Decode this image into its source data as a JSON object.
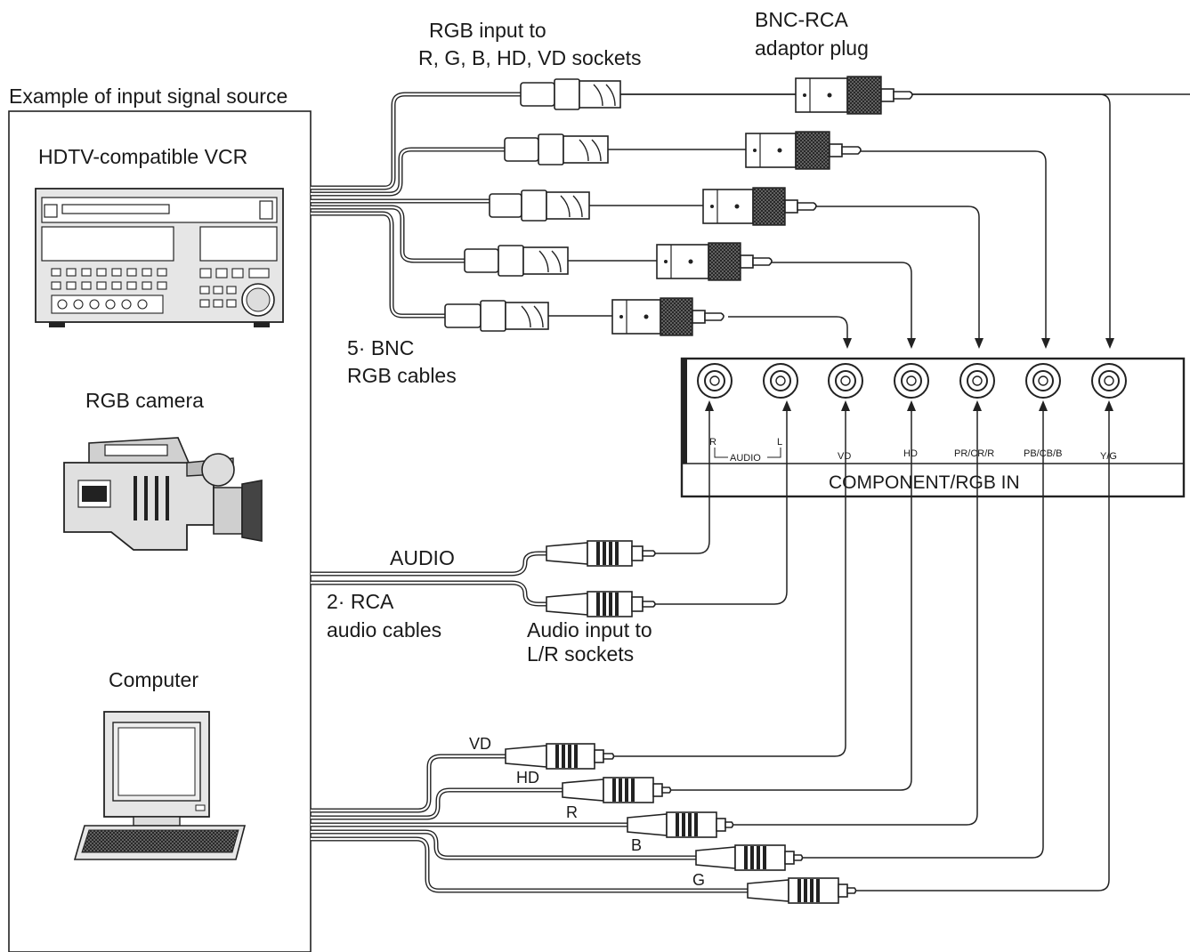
{
  "labels": {
    "example_source": "Example of input signal source",
    "vcr": "HDTV-compatible VCR",
    "camera": "RGB camera",
    "computer": "Computer",
    "rgb_input_line1": "RGB input to",
    "rgb_input_line2": "R, G, B, HD, VD sockets",
    "bnc_rca_line1": "BNC-RCA",
    "bnc_rca_line2": "adaptor plug",
    "bnc_cables_line1": "5· BNC",
    "bnc_cables_line2": "RGB cables",
    "audio": "AUDIO",
    "rca_cables_line1": "2· RCA",
    "rca_cables_line2": "audio cables",
    "audio_input_line1": "Audio input to",
    "audio_input_line2": "L/R sockets",
    "panel_title": "COMPONENT/RGB IN"
  },
  "panel_sockets": {
    "audio_r": "R",
    "audio_l": "L",
    "audio_group": "AUDIO",
    "vd": "VD",
    "hd": "HD",
    "pr": "PR/CR/R",
    "pb": "PB/CB/B",
    "yg": "Y/G"
  },
  "computer_cables": {
    "vd": "VD",
    "hd": "HD",
    "r": "R",
    "b": "B",
    "g": "G"
  },
  "colors": {
    "line": "#222222",
    "device_fill": "#e6e6e6",
    "knurl": "#555555"
  }
}
